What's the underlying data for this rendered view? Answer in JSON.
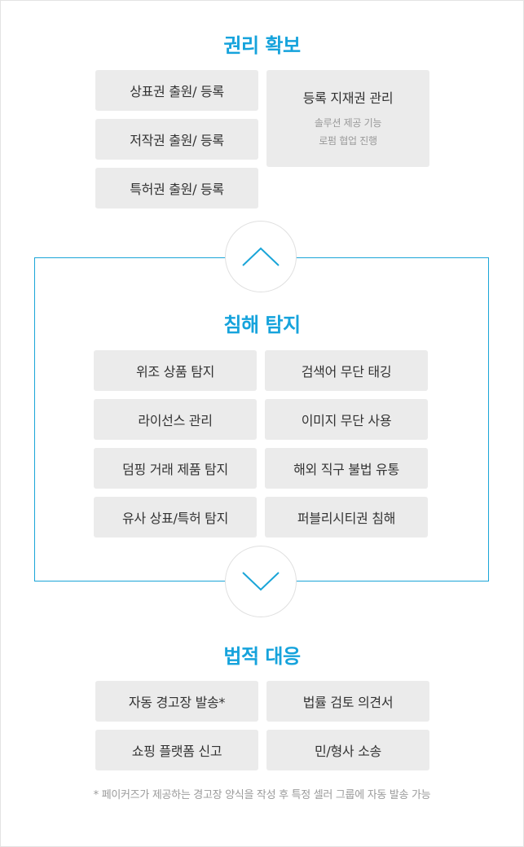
{
  "sections": {
    "rights": {
      "title": "권리 확보",
      "items": [
        "상표권 출원/ 등록",
        "저작권 출원/ 등록",
        "특허권 출원/ 등록"
      ],
      "feature": {
        "main": "등록 지재권 관리",
        "sub1": "솔루션 제공 기능",
        "sub2": "로펌 협업 진행"
      }
    },
    "detection": {
      "title": "침해 탐지",
      "items": [
        "위조 상품 탐지",
        "검색어 무단 태깅",
        "라이선스 관리",
        "이미지 무단 사용",
        "덤핑 거래 제품 탐지",
        "해외 직구 불법 유통",
        "유사 상표/특허 탐지",
        "퍼블리시티권 침해"
      ]
    },
    "legal": {
      "title": "법적 대응",
      "items": [
        "자동 경고장 발송*",
        "법률 검토 의견서",
        "쇼핑 플랫폼 신고",
        "민/형사 소송"
      ],
      "note": "* 페이커즈가 제공하는 경고장 양식을 작성 후 특정 셀러 그룹에 자동 발송 가능"
    }
  },
  "icons": {
    "up": "chevron-up-icon",
    "down": "chevron-down-icon"
  },
  "colors": {
    "accent": "#16a3dc",
    "box": "#ebebeb",
    "border": "#1aa5d8"
  }
}
